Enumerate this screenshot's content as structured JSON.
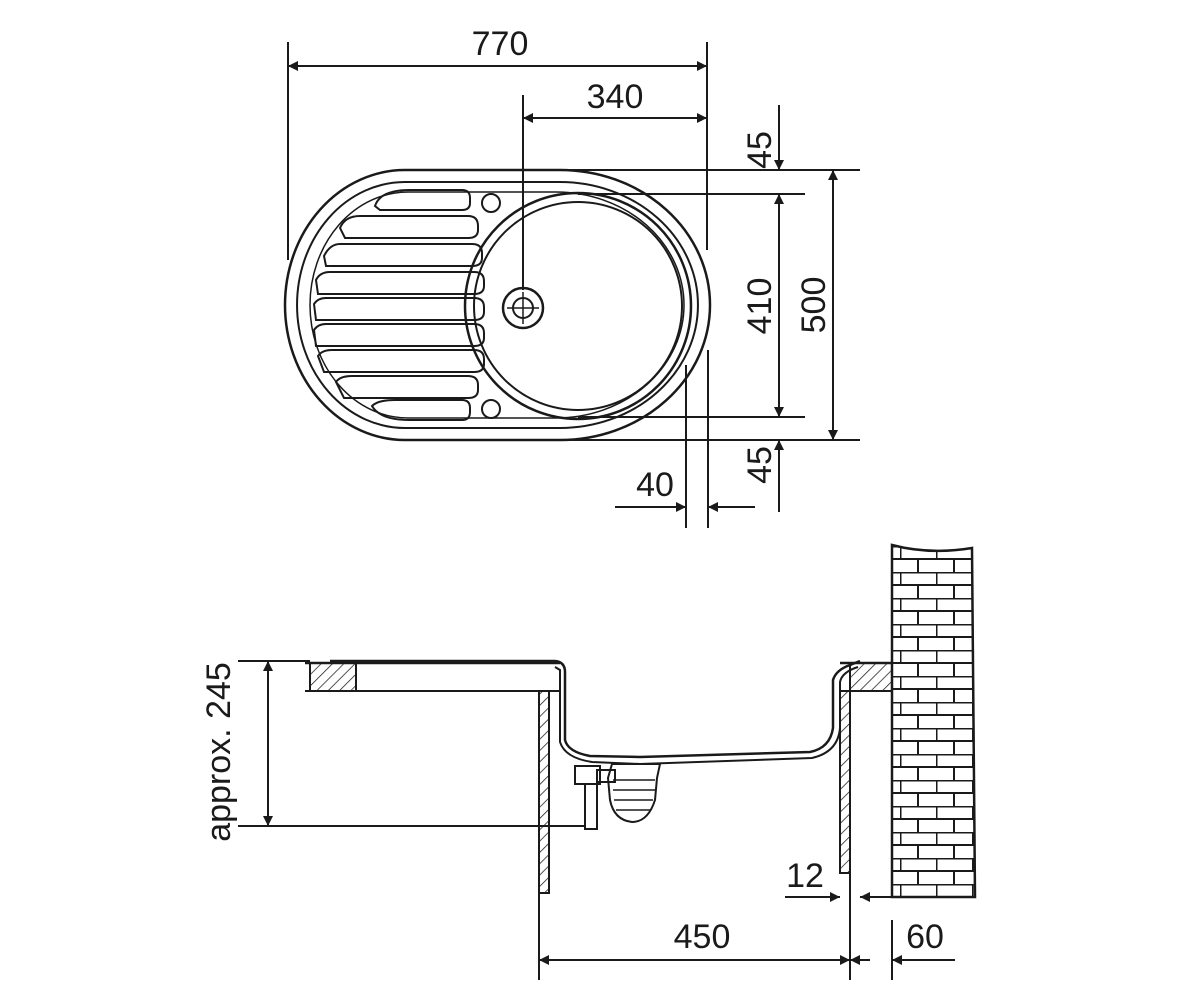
{
  "plan_view": {
    "dims": {
      "total_length": "770",
      "bowl_center_offset": "340",
      "top_margin": "45",
      "bowl_diameter": "410",
      "total_width": "500",
      "bottom_margin": "45",
      "rim_offset": "40"
    }
  },
  "section_view": {
    "dims": {
      "depth": "approx. 245",
      "wall_thickness": "12",
      "cabinet_depth": "450",
      "wall_gap": "60"
    }
  },
  "colors": {
    "line": "#1a1a1a",
    "background": "#ffffff"
  }
}
